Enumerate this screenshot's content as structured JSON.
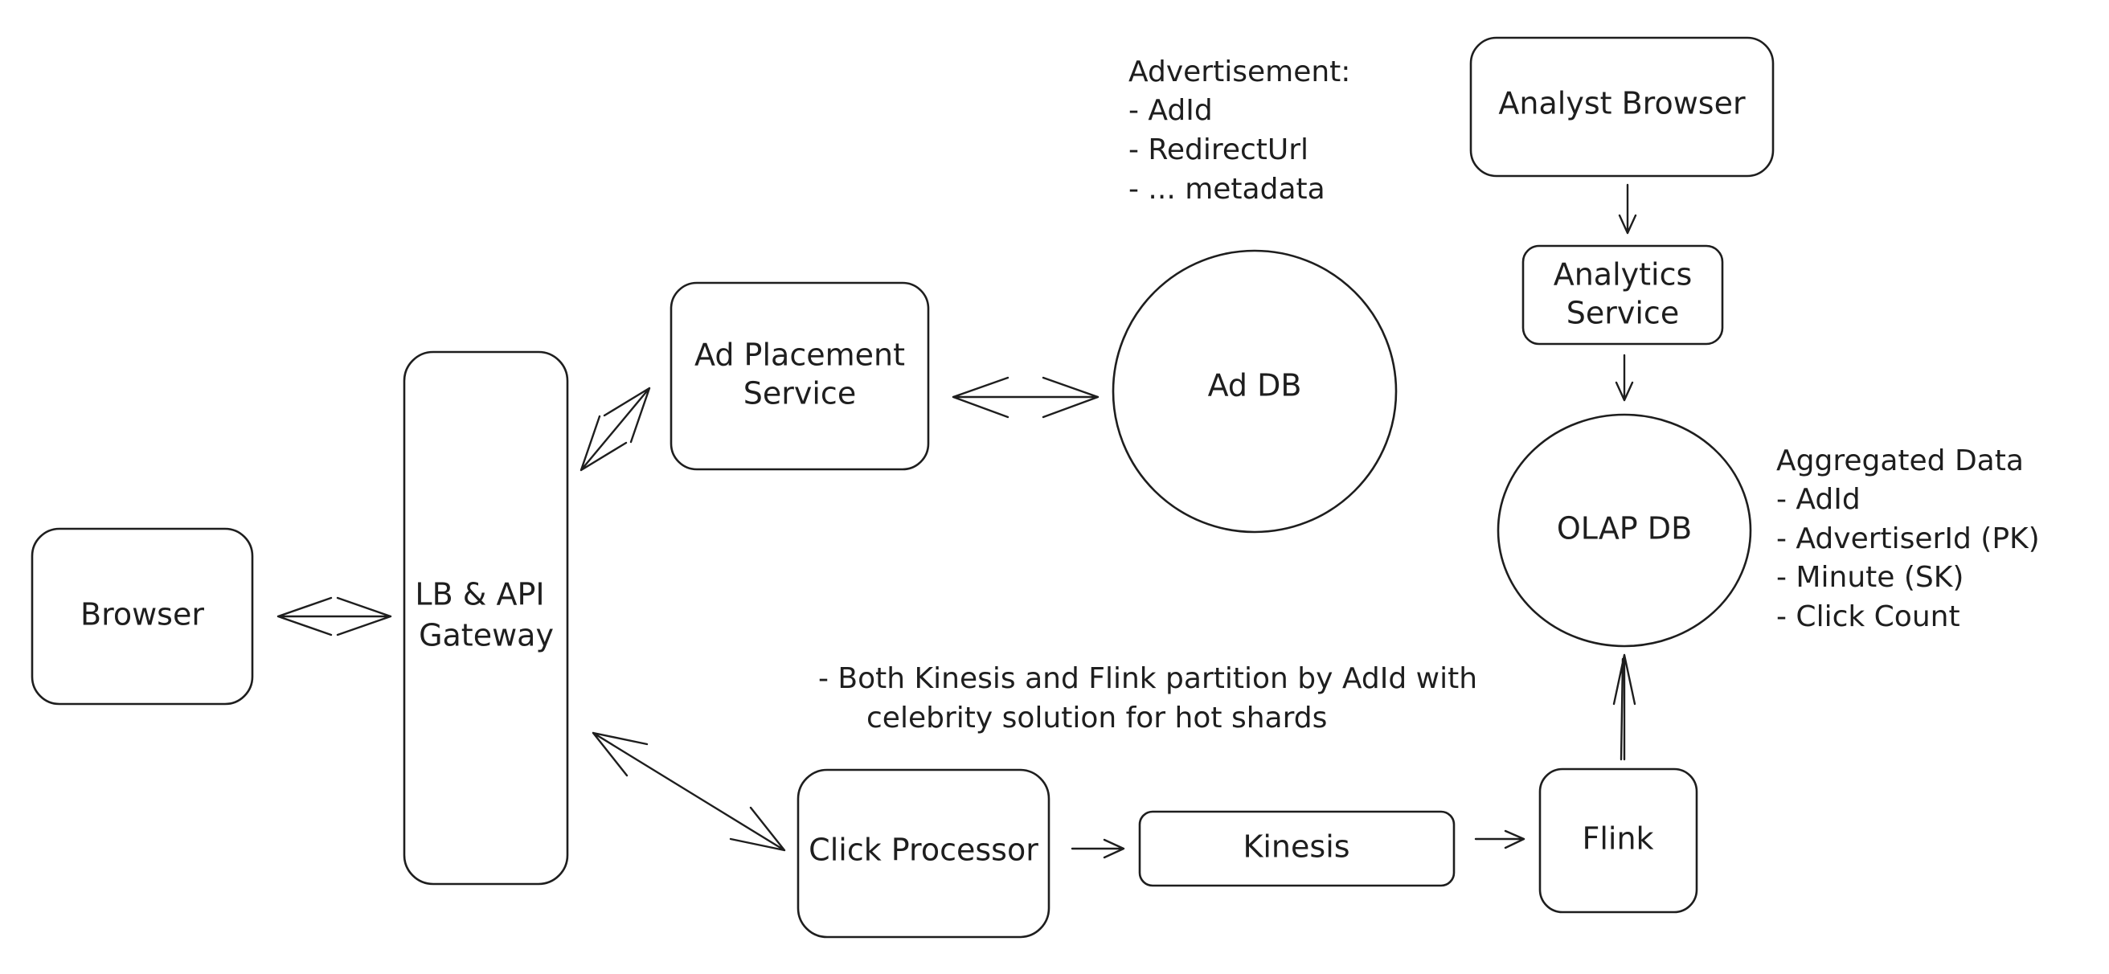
{
  "nodes": {
    "browser": "Browser",
    "gateway": [
      "LB & API",
      "Gateway"
    ],
    "ad_placement": [
      "Ad Placement",
      "Service"
    ],
    "ad_db": "Ad DB",
    "click_processor": "Click Processor",
    "kinesis": "Kinesis",
    "flink": "Flink",
    "olap_db": "OLAP DB",
    "analytics_service": [
      "Analytics",
      "Service"
    ],
    "analyst_browser": "Analyst Browser"
  },
  "notes": {
    "advertisement": [
      "Advertisement:",
      "- AdId",
      "- RedirectUrl",
      "- ... metadata"
    ],
    "aggregated": [
      "Aggregated Data",
      "- AdId",
      "- AdvertiserId (PK)",
      "- Minute (SK)",
      "- Click Count"
    ],
    "partition": [
      "- Both Kinesis and Flink partition by AdId with",
      "celebrity solution for hot shards"
    ]
  }
}
